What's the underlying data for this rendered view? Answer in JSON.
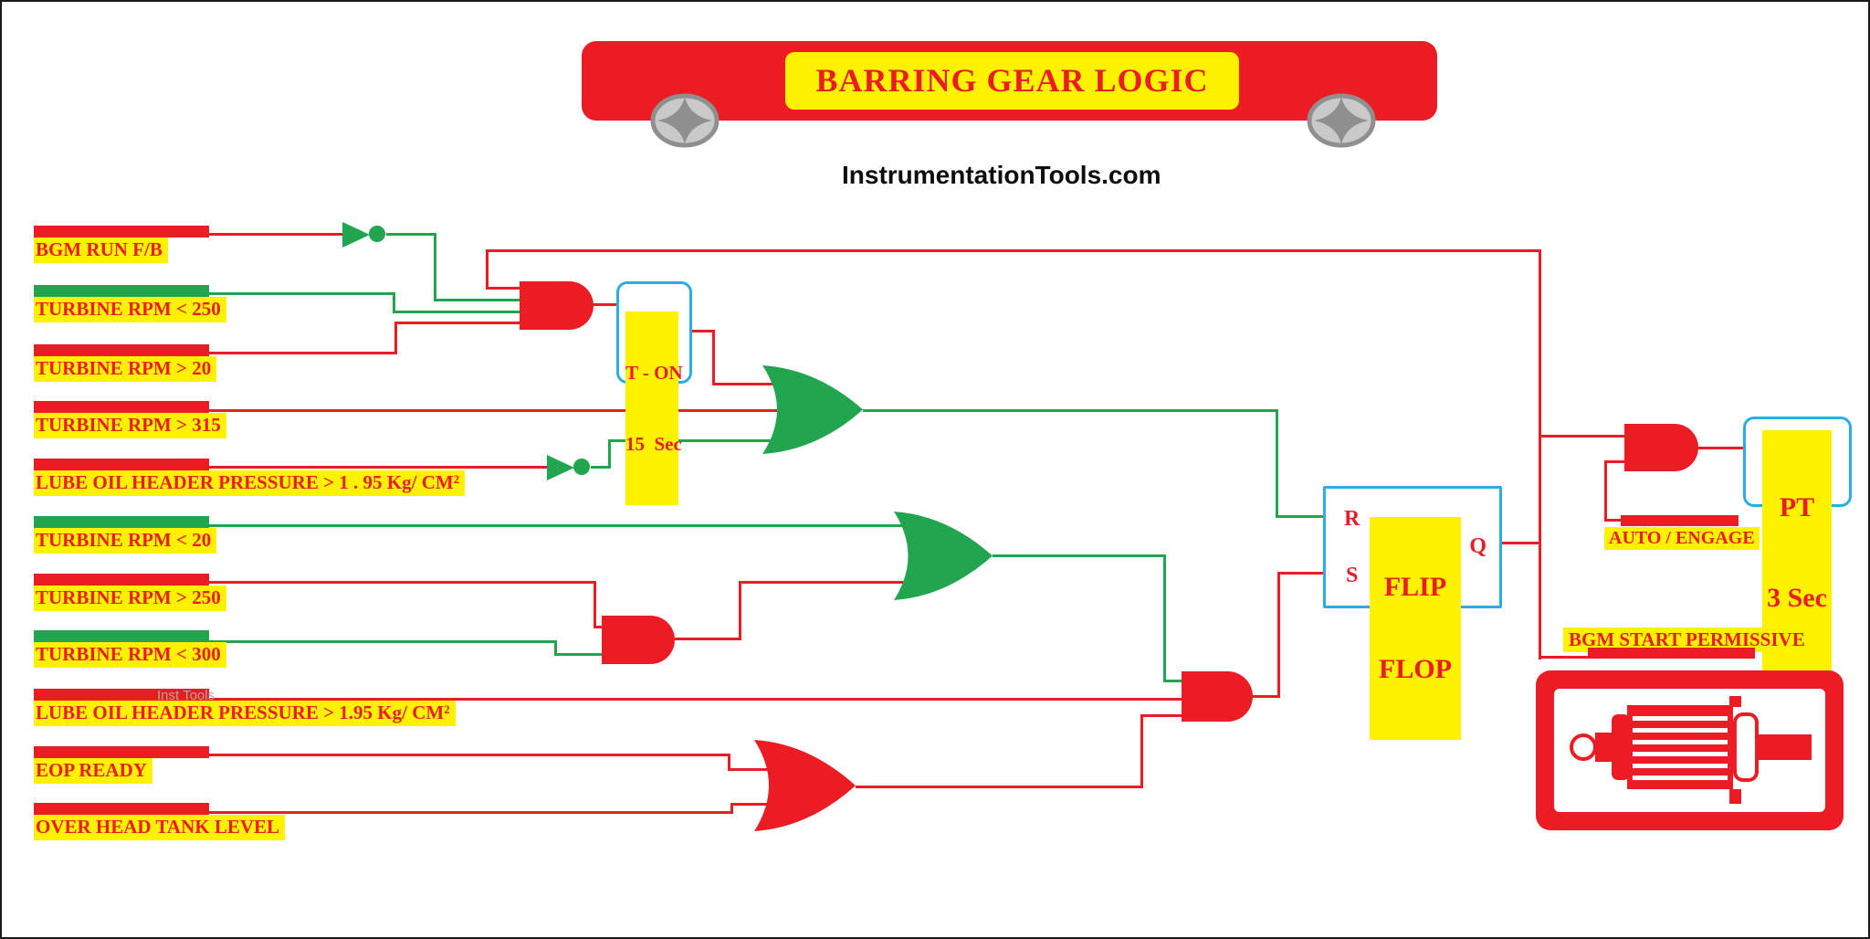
{
  "colors": {
    "red": "#ec1c24",
    "green": "#21a54e",
    "yellow": "#fff200",
    "blue": "#2bace2",
    "gray": "#c9c9c9",
    "graydark": "#8f8f8f"
  },
  "banner": {
    "title": "BARRING GEAR LOGIC"
  },
  "site": "InstrumentationTools.com",
  "watermark_small": "Inst Tools",
  "inputs": [
    {
      "label": "BGM RUN F/B",
      "state": "red"
    },
    {
      "label": "TURBINE RPM  <  250",
      "state": "green"
    },
    {
      "label": "TURBINE RPM  > 20",
      "state": "red"
    },
    {
      "label": "TURBINE   RPM >  315",
      "state": "red"
    },
    {
      "label": "LUBE OIL HEADER PRESSURE    >  1 . 95  Kg/ CM²",
      "state": "red"
    },
    {
      "label": "TURBINE RPM <  20",
      "state": "green"
    },
    {
      "label": "TURBINE RPM  >  250",
      "state": "red"
    },
    {
      "label": "TURBINE   RPM  < 300",
      "state": "green"
    },
    {
      "label": "LUBE OIL HEADER PRESSURE > 1.95 Kg/ CM²",
      "state": "red"
    },
    {
      "label": "EOP READY",
      "state": "red"
    },
    {
      "label": "OVER HEAD TANK LEVEL",
      "state": "red"
    }
  ],
  "timer_on": {
    "line1": "T - ON",
    "line2": "15  Sec"
  },
  "flip_flop": {
    "r": "R",
    "s": "S",
    "q": "Q",
    "line1": "FLIP",
    "line2": "FLOP"
  },
  "pulse_timer": {
    "line1": "PT",
    "line2": "3 Sec"
  },
  "auto_engage_label": "AUTO / ENGAGE",
  "bgm_start_permissive_label": "BGM START PERMISSIVE"
}
